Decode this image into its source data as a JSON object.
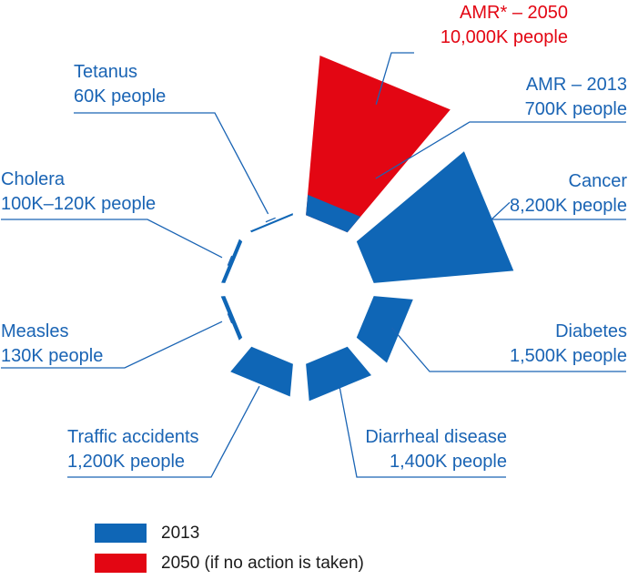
{
  "chart_data": {
    "type": "rose",
    "unit": "K people",
    "categories": [
      {
        "key": "amr",
        "name": "AMR",
        "line1": "AMR – 2013",
        "line2": "700K people",
        "value": 700
      },
      {
        "key": "cancer",
        "name": "Cancer",
        "line1": "Cancer",
        "line2": "8,200K people",
        "value": 8200
      },
      {
        "key": "diabetes",
        "name": "Diabetes",
        "line1": "Diabetes",
        "line2": "1,500K people",
        "value": 1500
      },
      {
        "key": "diarrheal",
        "name": "Diarrheal disease",
        "line1": "Diarrheal disease",
        "line2": "1,400K people",
        "value": 1400
      },
      {
        "key": "traffic",
        "name": "Traffic accidents",
        "line1": "Traffic accidents",
        "line2": "1,200K people",
        "value": 1200
      },
      {
        "key": "measles",
        "name": "Measles",
        "line1": "Measles",
        "line2": "130K people",
        "value": 130
      },
      {
        "key": "cholera",
        "name": "Cholera",
        "line1": "Cholera",
        "line2": "100K–120K people",
        "value": 120
      },
      {
        "key": "tetanus",
        "name": "Tetanus",
        "line1": "Tetanus",
        "line2": "60K people",
        "value": 60
      }
    ],
    "amr_2050": {
      "line1": "AMR* – 2050",
      "line2": "10,000K people",
      "value": 10000
    },
    "legend": [
      {
        "label": "2013",
        "color": "#0f66b6"
      },
      {
        "label": "2050 (if no action is taken)",
        "color": "#e30613"
      }
    ],
    "colors": {
      "y2013": "#0f66b6",
      "y2050": "#e30613",
      "label": "#1a64b4",
      "label_2050": "#e30613"
    }
  }
}
